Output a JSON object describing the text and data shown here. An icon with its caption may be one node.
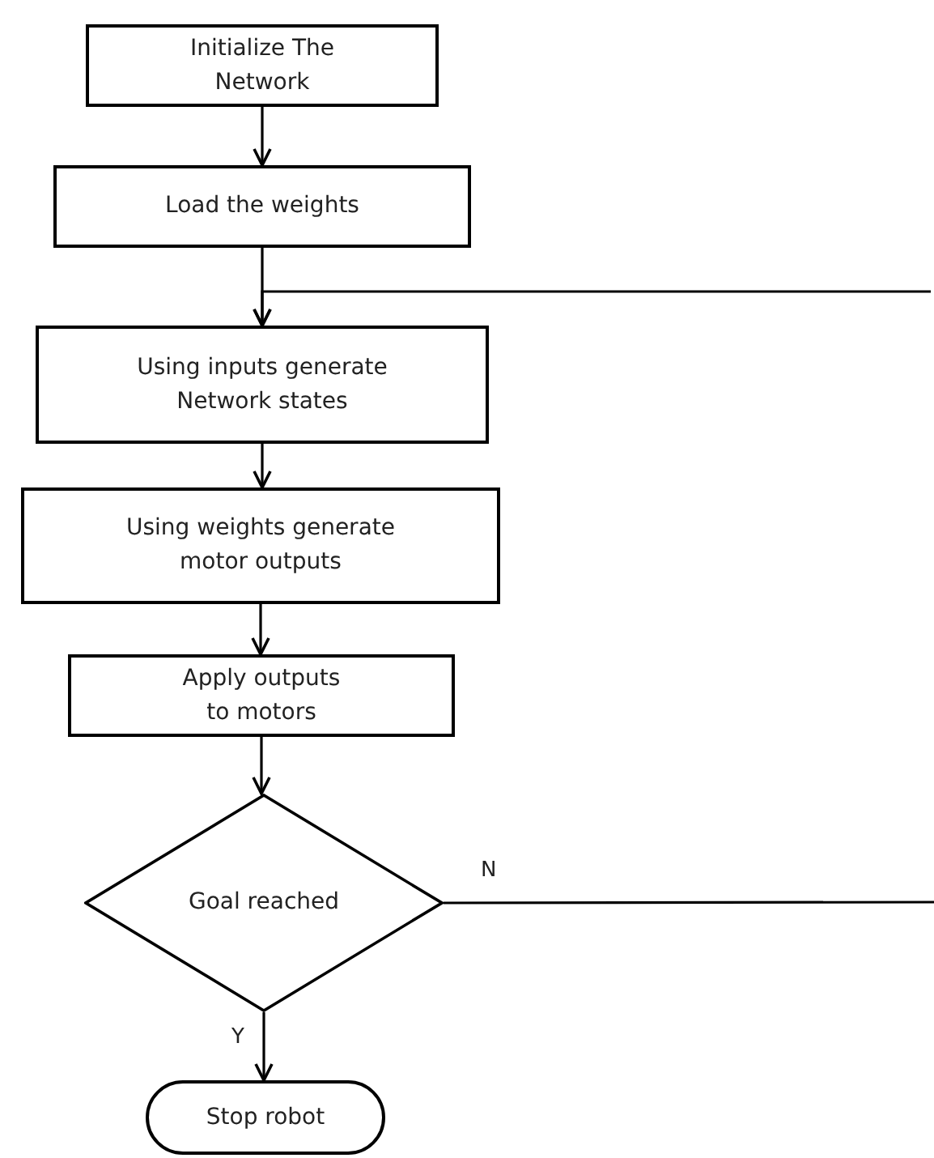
{
  "diagram": {
    "nodes": [
      {
        "text": [
          "Initialize The Network"
        ]
      },
      {
        "text": [
          "Load the weights"
        ]
      },
      {
        "text": [
          "Using inputs generate Network states"
        ]
      },
      {
        "text": [
          "Using weights generate motor outputs"
        ]
      },
      {
        "text": [
          "Apply outputs to motors"
        ]
      },
      {
        "text": [
          "Goal reached"
        ]
      },
      {
        "text": [
          "Stop robot"
        ]
      }
    ],
    "edges": [
      {
        "from": 0,
        "to": 1,
        "arrow": "to"
      },
      {
        "from": 1,
        "to": 2,
        "arrow": "to"
      },
      {
        "from": 2,
        "to": 3,
        "arrow": "to"
      },
      {
        "from": 3,
        "to": 4,
        "arrow": "to"
      },
      {
        "from": 4,
        "to": 5,
        "arrow": "to"
      },
      {
        "from": 5,
        "to": 6,
        "arrow": "to",
        "label": "Y"
      },
      {
        "from": 5,
        "to": null,
        "arrow": "none",
        "label": "N"
      },
      {
        "from": null,
        "to": 2,
        "arrow": "to"
      }
    ]
  }
}
